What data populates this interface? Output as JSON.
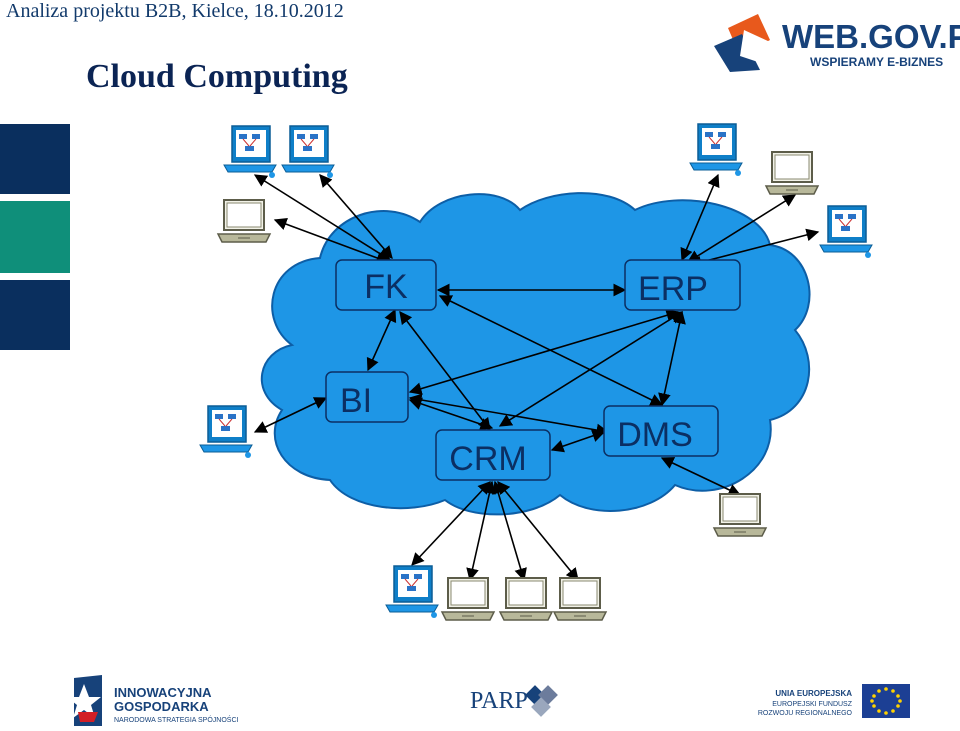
{
  "header": {
    "subtitle": "Analiza projektu B2B, Kielce, 18.10.2012",
    "title": "Cloud Computing"
  },
  "brand": {
    "name": "WEB.GOV.PL",
    "tagline": "WSPIERAMY E-BIZNES"
  },
  "diagram": {
    "nodes": [
      {
        "id": "fk",
        "label": "FK"
      },
      {
        "id": "erp",
        "label": "ERP"
      },
      {
        "id": "bi",
        "label": "BI"
      },
      {
        "id": "crm",
        "label": "CRM"
      },
      {
        "id": "dms",
        "label": "DMS"
      }
    ]
  },
  "footer": {
    "innowacyjna_line1": "INNOWACYJNA",
    "innowacyjna_line2": "GOSPODARKA",
    "innowacyjna_line3": "NARODOWA STRATEGIA SPÓJNOŚCI",
    "parp": "PARP",
    "eu_line1": "UNIA EUROPEJSKA",
    "eu_line2": "EUROPEJSKI FUNDUSZ",
    "eu_line3": "ROZWOJU REGIONALNEGO"
  },
  "colors": {
    "cloud": "#1e96e6",
    "navy": "#0b2f63",
    "teal": "#0f8f7a",
    "dark_blue": "#0a2f5e"
  }
}
